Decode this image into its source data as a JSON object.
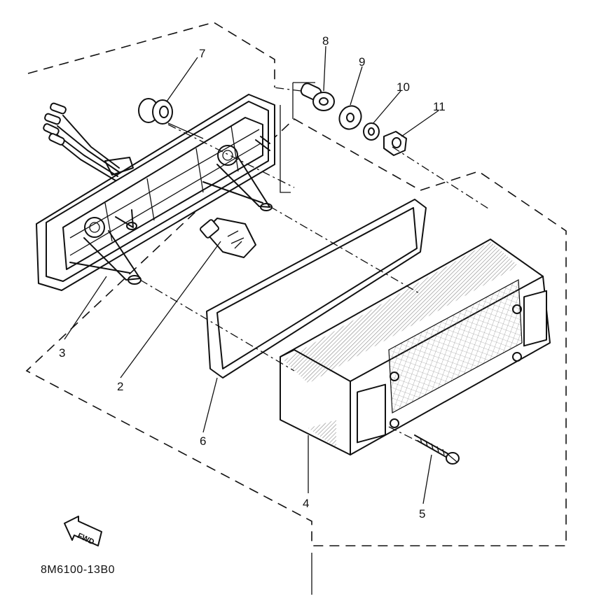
{
  "diagram": {
    "part_labels": [
      {
        "id": "1",
        "text": "2"
      },
      {
        "id": "2",
        "text": "3"
      },
      {
        "id": "3",
        "text": "4"
      },
      {
        "id": "4",
        "text": "5"
      },
      {
        "id": "5",
        "text": "6"
      },
      {
        "id": "6",
        "text": "7"
      },
      {
        "id": "7",
        "text": "8"
      },
      {
        "id": "8",
        "text": "9"
      },
      {
        "id": "9",
        "text": "10"
      },
      {
        "id": "10",
        "text": "11"
      }
    ],
    "direction_tag": "FWD",
    "drawing_code": "8M6100-13B0"
  }
}
